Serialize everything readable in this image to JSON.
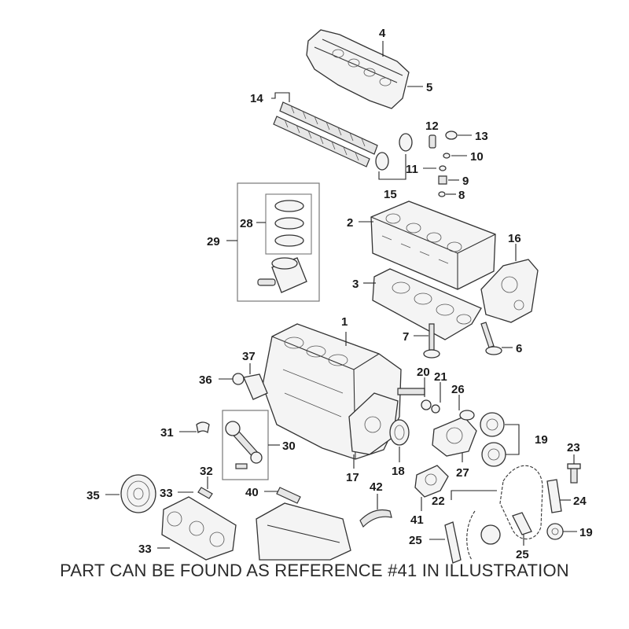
{
  "caption": "PART CAN BE FOUND AS REFERENCE #41 IN ILLUSTRATION",
  "highlight_reference": "41",
  "refs": {
    "r1": "1",
    "r2": "2",
    "r3": "3",
    "r4": "4",
    "r5": "5",
    "r6": "6",
    "r7": "7",
    "r8": "8",
    "r9": "9",
    "r10": "10",
    "r11": "11",
    "r12": "12",
    "r13": "13",
    "r14": "14",
    "r15": "15",
    "r16": "16",
    "r17": "17",
    "r18": "18",
    "r19a": "19",
    "r19b": "19",
    "r20": "20",
    "r21": "21",
    "r22": "22",
    "r23": "23",
    "r24": "24",
    "r25a": "25",
    "r25b": "25",
    "r26": "26",
    "r27": "27",
    "r28": "28",
    "r29": "29",
    "r30": "30",
    "r31": "31",
    "r32": "32",
    "r33a": "33",
    "r33b": "33",
    "r35": "35",
    "r36": "36",
    "r37": "37",
    "r40": "40",
    "r41": "41",
    "r42": "42"
  }
}
